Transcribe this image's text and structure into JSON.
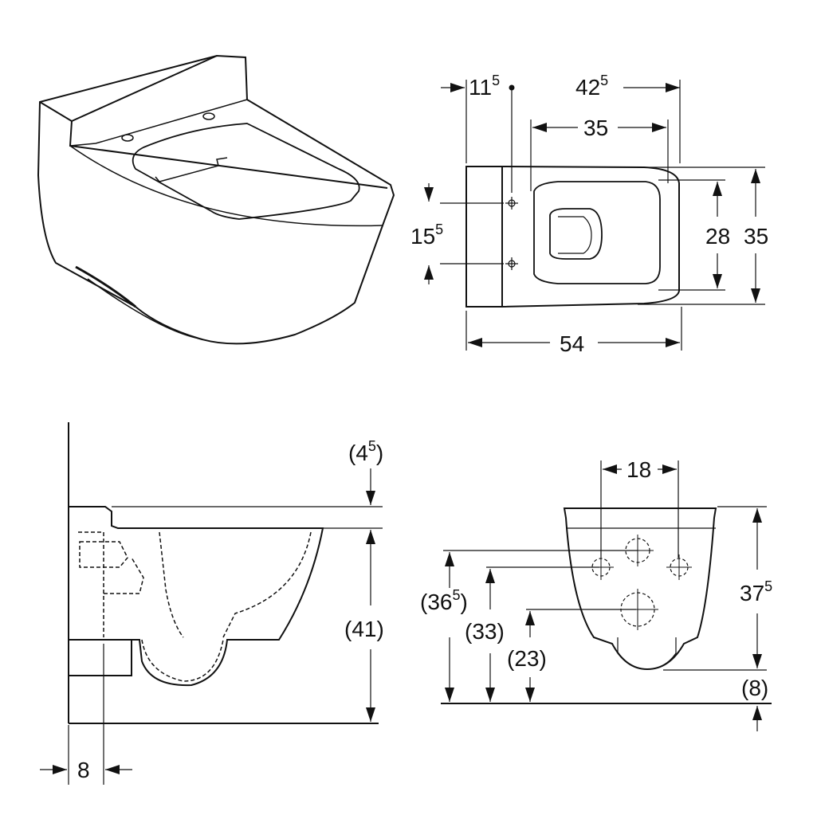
{
  "colors": {
    "ink": "#111111",
    "background": "#ffffff"
  },
  "views": {
    "top": {
      "wall_offset": {
        "main": "11",
        "sup": "5"
      },
      "total_to_front": {
        "main": "42",
        "sup": "5"
      },
      "seat_length": "35",
      "fixing_spacing": {
        "main": "15",
        "sup": "5"
      },
      "inner_width": "28",
      "outer_width": "35",
      "overall_length": "54"
    },
    "side": {
      "top_offset": {
        "prefix": "(4",
        "sup": "5",
        "suffix": ")"
      },
      "rim_height": "(41)",
      "wall_gap": "8"
    },
    "rear": {
      "bolt_spacing": "18",
      "fixing_height": {
        "prefix": "(36",
        "sup": "5",
        "suffix": ")"
      },
      "inlet_height": "(33)",
      "outlet_height": "(23)",
      "bowl_height": {
        "main": "37",
        "sup": "5"
      },
      "floor_offset": "(8)"
    }
  }
}
